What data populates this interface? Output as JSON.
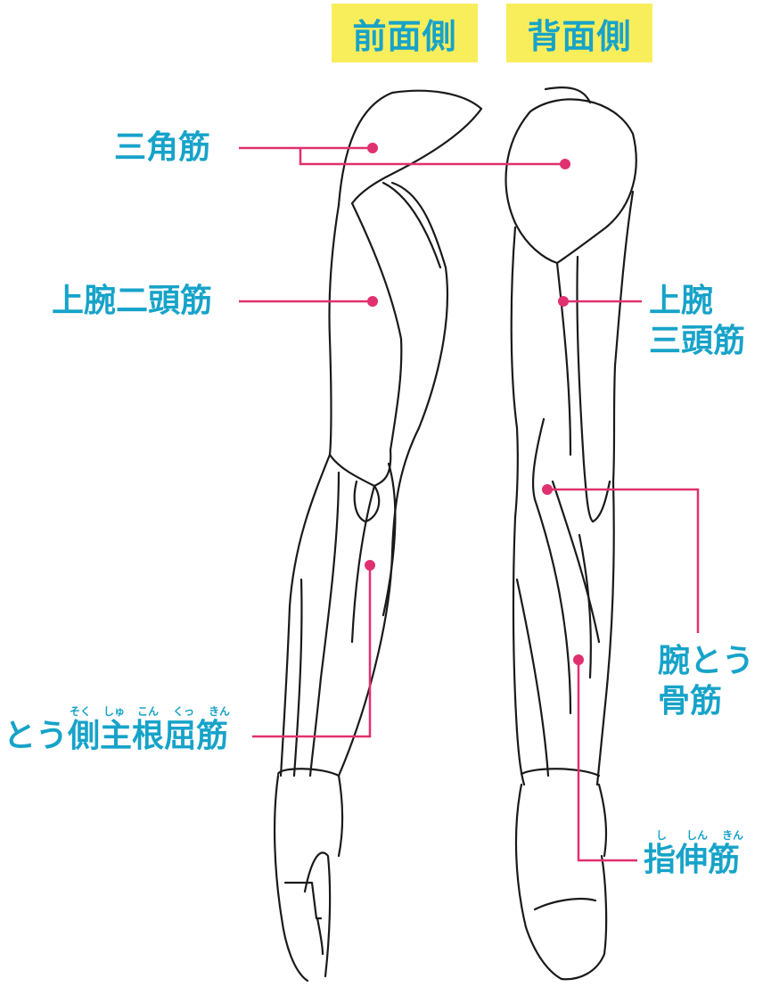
{
  "headers": {
    "front": "前面側",
    "back": "背面側"
  },
  "labels": {
    "deltoid": "三角筋",
    "biceps": "上腕二頭筋",
    "triceps_line1": "上腕",
    "triceps_line2": "三頭筋",
    "brachioradialis_line1": "腕とう",
    "brachioradialis_line2": "骨筋",
    "flexor_carpi_radialis": "とう側主根屈筋",
    "extensor_digitorum": "指伸筋"
  },
  "furigana": {
    "fcr_soku": "そく",
    "fcr_shu": "しゅ",
    "fcr_kon": "こん",
    "fcr_ku": "くっ",
    "fcr_kin": "きん",
    "ed_shi": "し",
    "ed_shin": "しん",
    "ed_kin": "きん"
  },
  "colors": {
    "leader": "#e0306f",
    "label": "#17a3c9",
    "header_bg": "#f8ee5c",
    "outline": "#1a1a1a"
  }
}
